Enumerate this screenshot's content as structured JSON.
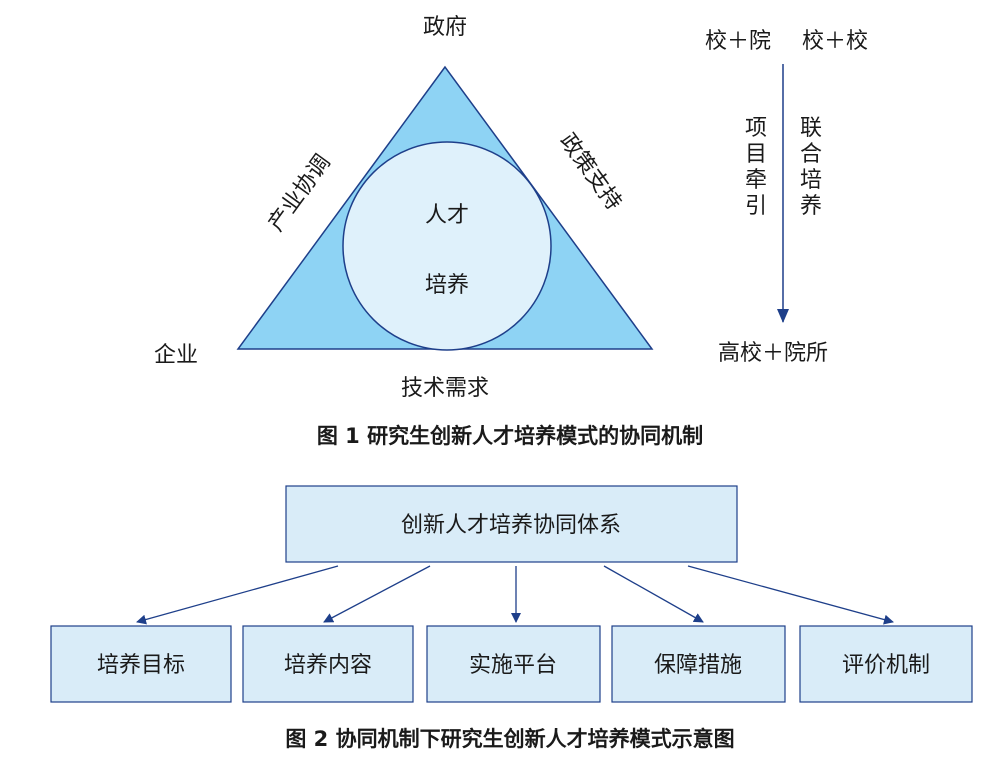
{
  "figure1": {
    "apex_top": "政府",
    "apex_left": "企业",
    "bottom_label": "技术需求",
    "left_side_label": "产业协调",
    "right_side_label": "政策支持",
    "circle_line1": "人才",
    "circle_line2": "培养",
    "right_top_left": "校＋院",
    "right_top_right": "校＋校",
    "vertical_left": [
      "项",
      "目",
      "牵",
      "引"
    ],
    "vertical_right": [
      "联",
      "合",
      "培",
      "养"
    ],
    "right_bottom": "高校＋院所",
    "caption": "图 1  研究生创新人才培养模式的协同机制",
    "colors": {
      "triangle": "#8ed3f4",
      "circle": "#dff1fb",
      "stroke": "#1e3f8a"
    }
  },
  "figure2": {
    "top_box": "创新人才培养协同体系",
    "boxes": [
      "培养目标",
      "培养内容",
      "实施平台",
      "保障措施",
      "评价机制"
    ],
    "caption": "图 2  协同机制下研究生创新人才培养模式示意图",
    "colors": {
      "box_fill": "#d9ecf8",
      "stroke": "#1e3f8a"
    }
  }
}
